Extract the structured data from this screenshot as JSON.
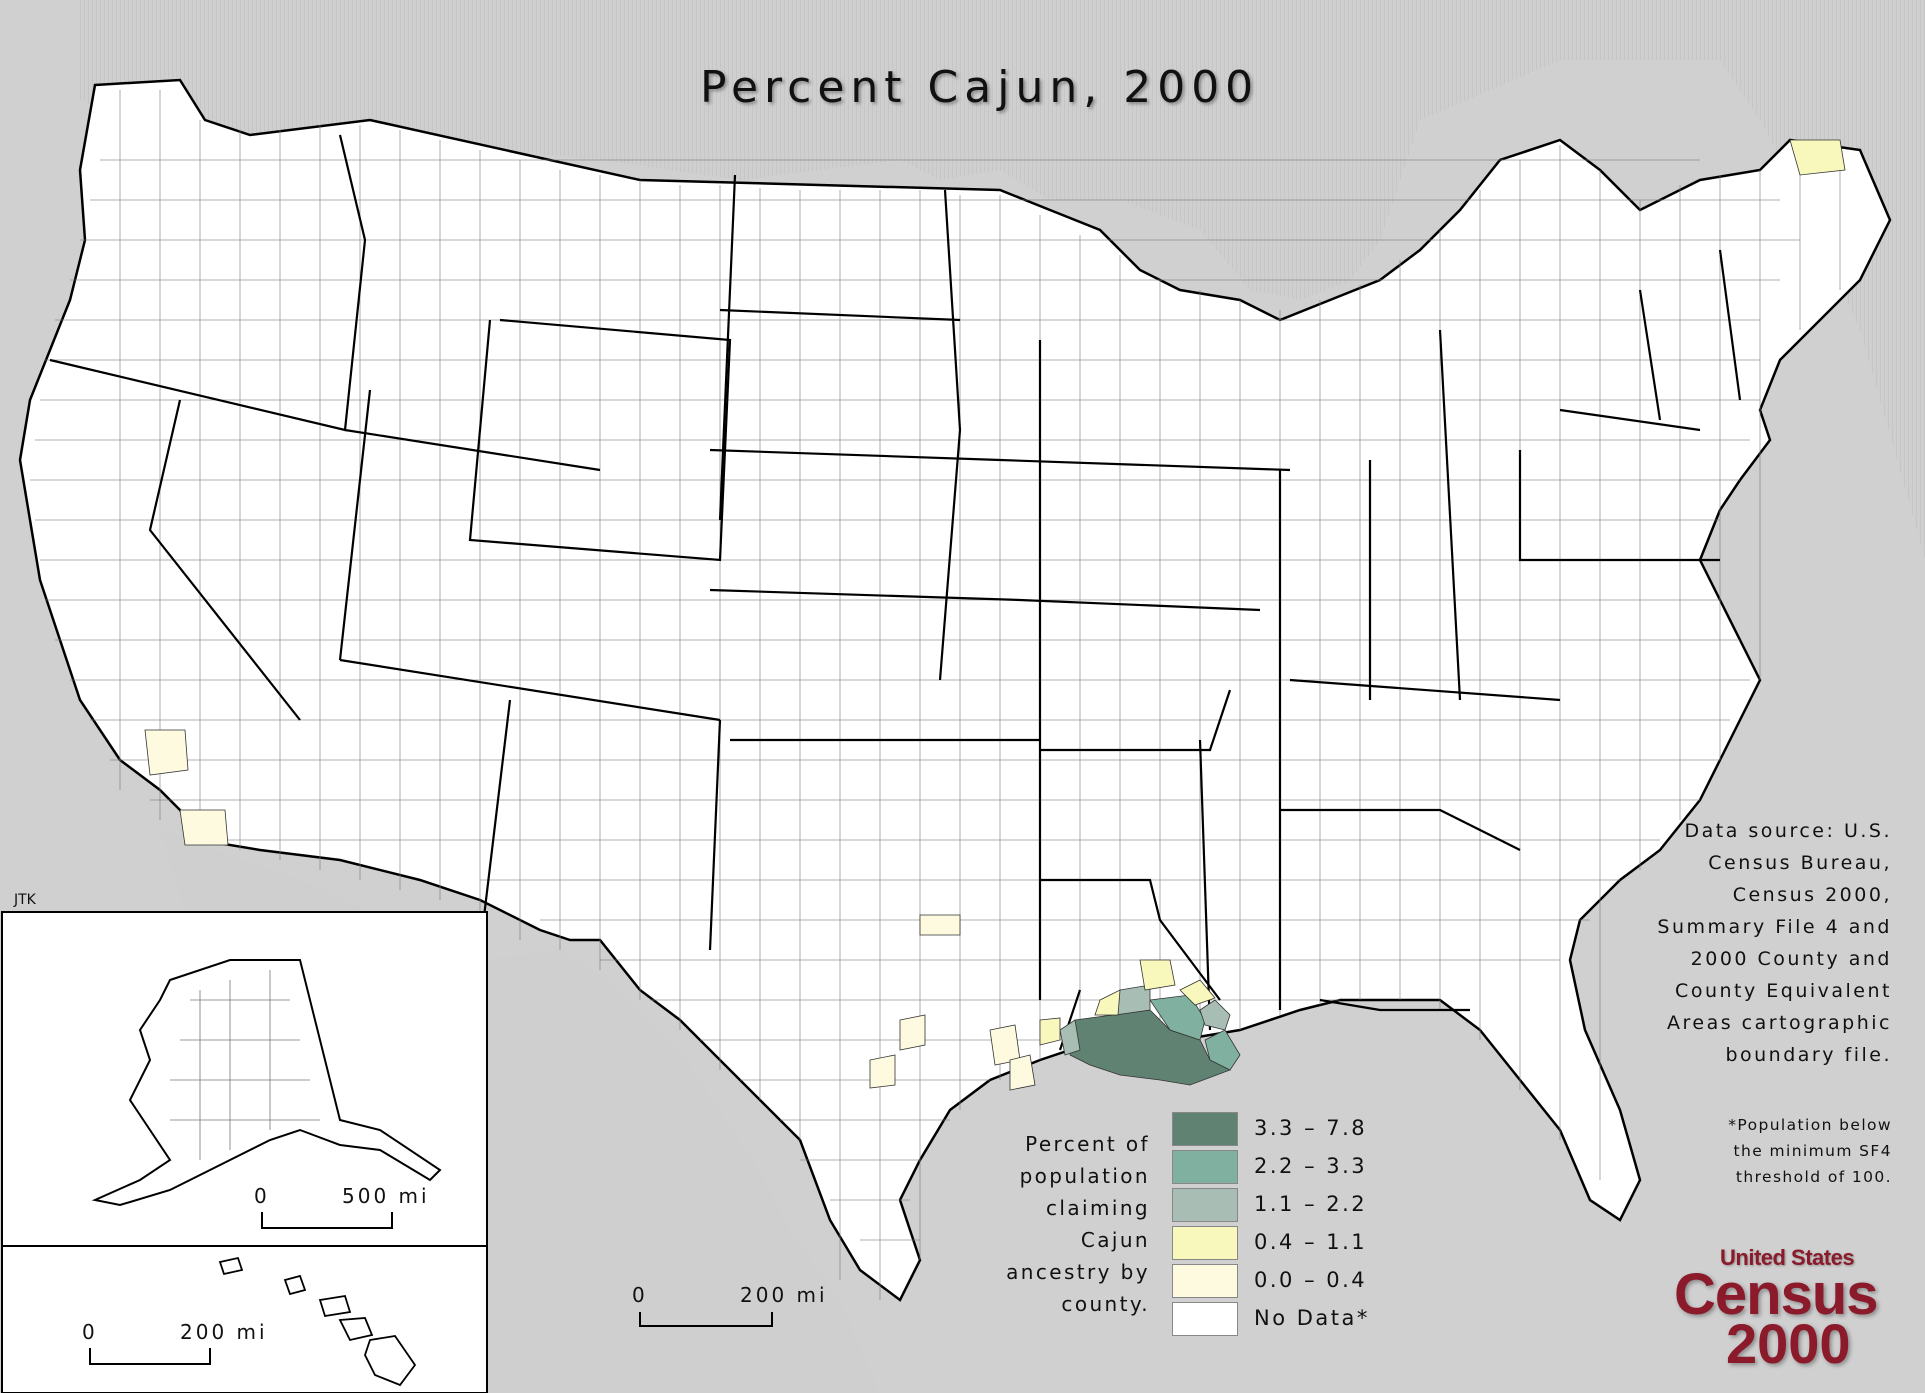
{
  "map": {
    "title": "Percent Cajun, 2000",
    "credit": "JTK",
    "source_lines": [
      "Data source:  U.S.",
      "Census Bureau,",
      "Census 2000,",
      "Summary File 4 and",
      "2000 County and",
      "County Equivalent",
      "Areas cartographic",
      "boundary file."
    ],
    "footnote_lines": [
      "*Population below",
      "the minimum SF4",
      "threshold of 100."
    ]
  },
  "legend": {
    "title_lines": [
      "Percent of",
      "population",
      "claiming",
      "Cajun",
      "ancestry by",
      "county."
    ],
    "classes": [
      {
        "label": "3.3  –  7.8",
        "color": "#5f8272"
      },
      {
        "label": "2.2  –  3.3",
        "color": "#80b09f"
      },
      {
        "label": "1.1  –  2.2",
        "color": "#a8beb5"
      },
      {
        "label": "0.4  –  1.1",
        "color": "#f8f8bc"
      },
      {
        "label": "0.0  –  0.4",
        "color": "#fdfae0"
      },
      {
        "label": "No Data*",
        "color": "#ffffff"
      }
    ]
  },
  "scale_bars": {
    "main": {
      "zero": "0",
      "distance": "200 mi"
    },
    "alaska": {
      "zero": "0",
      "distance": "500 mi"
    },
    "hawaii": {
      "zero": "0",
      "distance": "200 mi"
    }
  },
  "logo": {
    "top": "United States",
    "middle": "Census",
    "bottom": "2000"
  },
  "colors": {
    "background_land_outside": "#d0d0d0",
    "us_land": "#ffffff",
    "border": "#000000"
  }
}
